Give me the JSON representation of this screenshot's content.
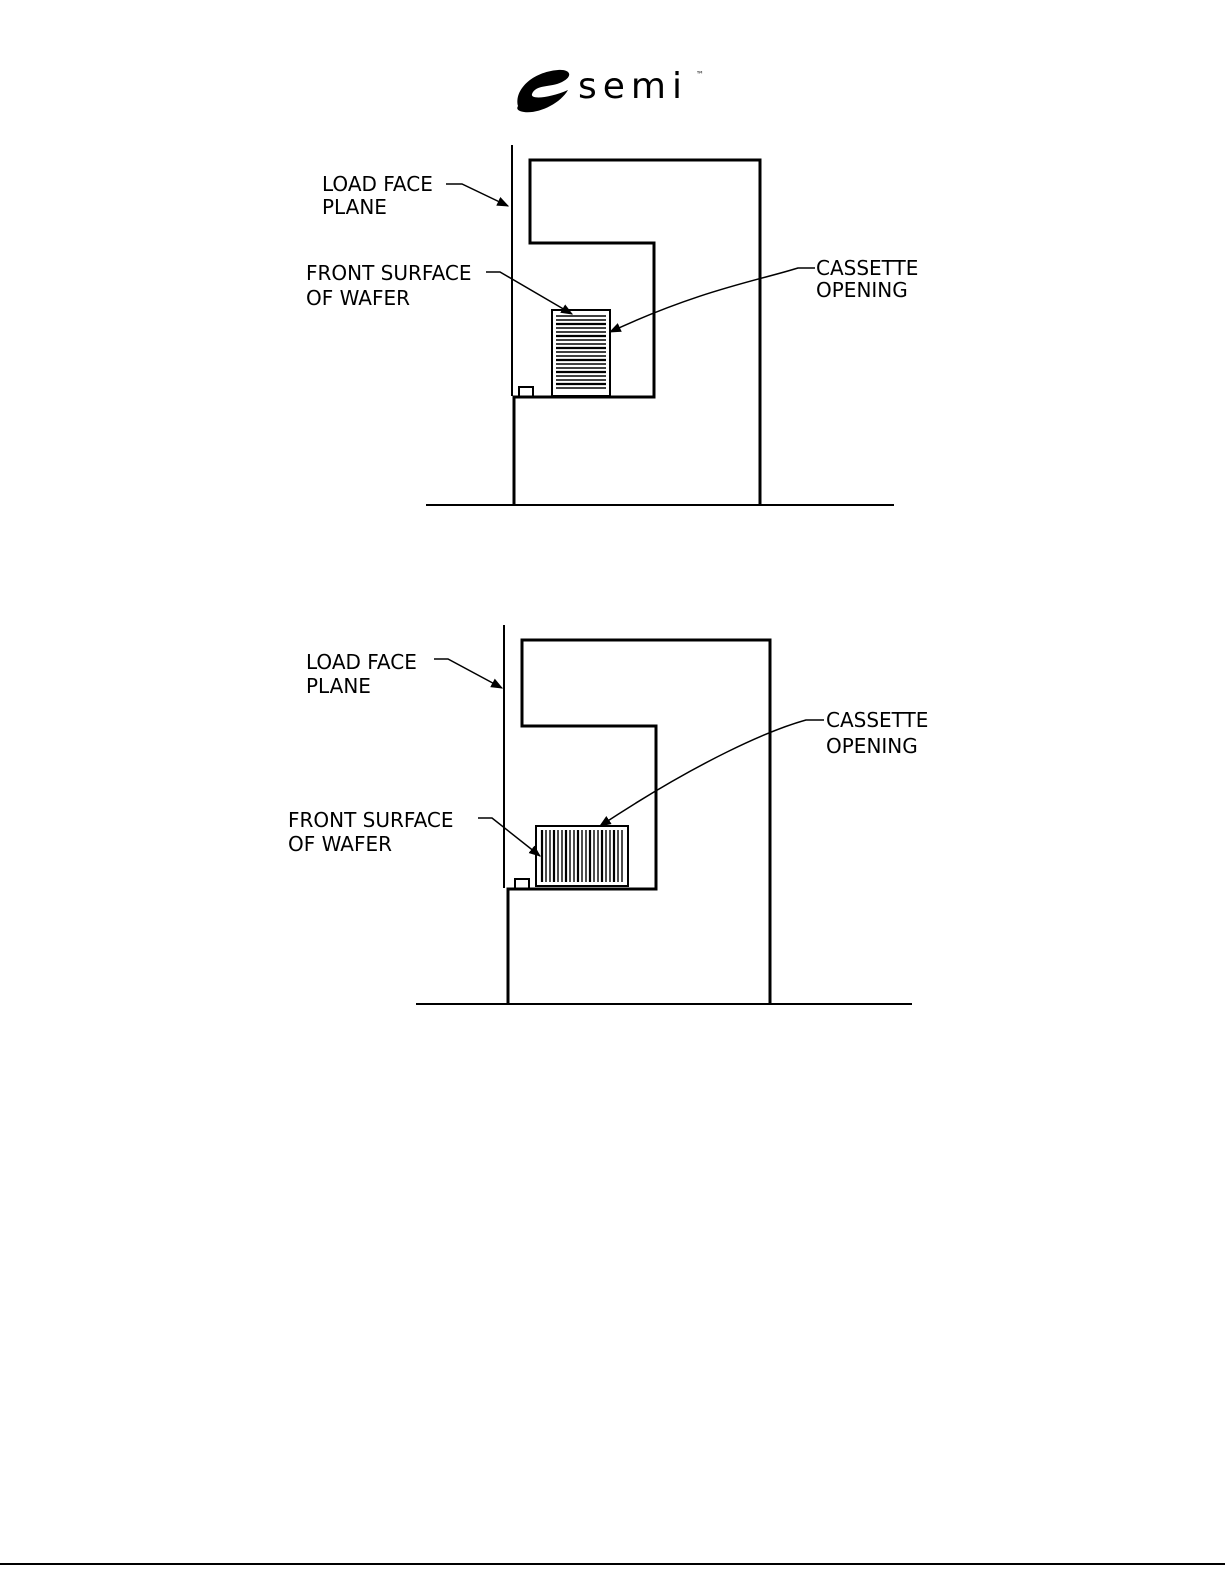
{
  "logo": {
    "text": "semi",
    "trademark": "™"
  },
  "figure_top": {
    "labels": {
      "load_face_line1": "LOAD FACE",
      "load_face_line2": "PLANE",
      "front_surface_line1": "FRONT SURFACE",
      "front_surface_line2": "OF WAFER",
      "cassette_line1": "CASSETTE",
      "cassette_line2": "OPENING"
    },
    "wafer_orientation": "horizontal-stripes"
  },
  "figure_bottom": {
    "labels": {
      "load_face_line1": "LOAD FACE",
      "load_face_line2": "PLANE",
      "front_surface_line1": "FRONT SURFACE",
      "front_surface_line2": "OF WAFER",
      "cassette_line1": "CASSETTE",
      "cassette_line2": "OPENING"
    },
    "wafer_orientation": "vertical-stripes"
  }
}
